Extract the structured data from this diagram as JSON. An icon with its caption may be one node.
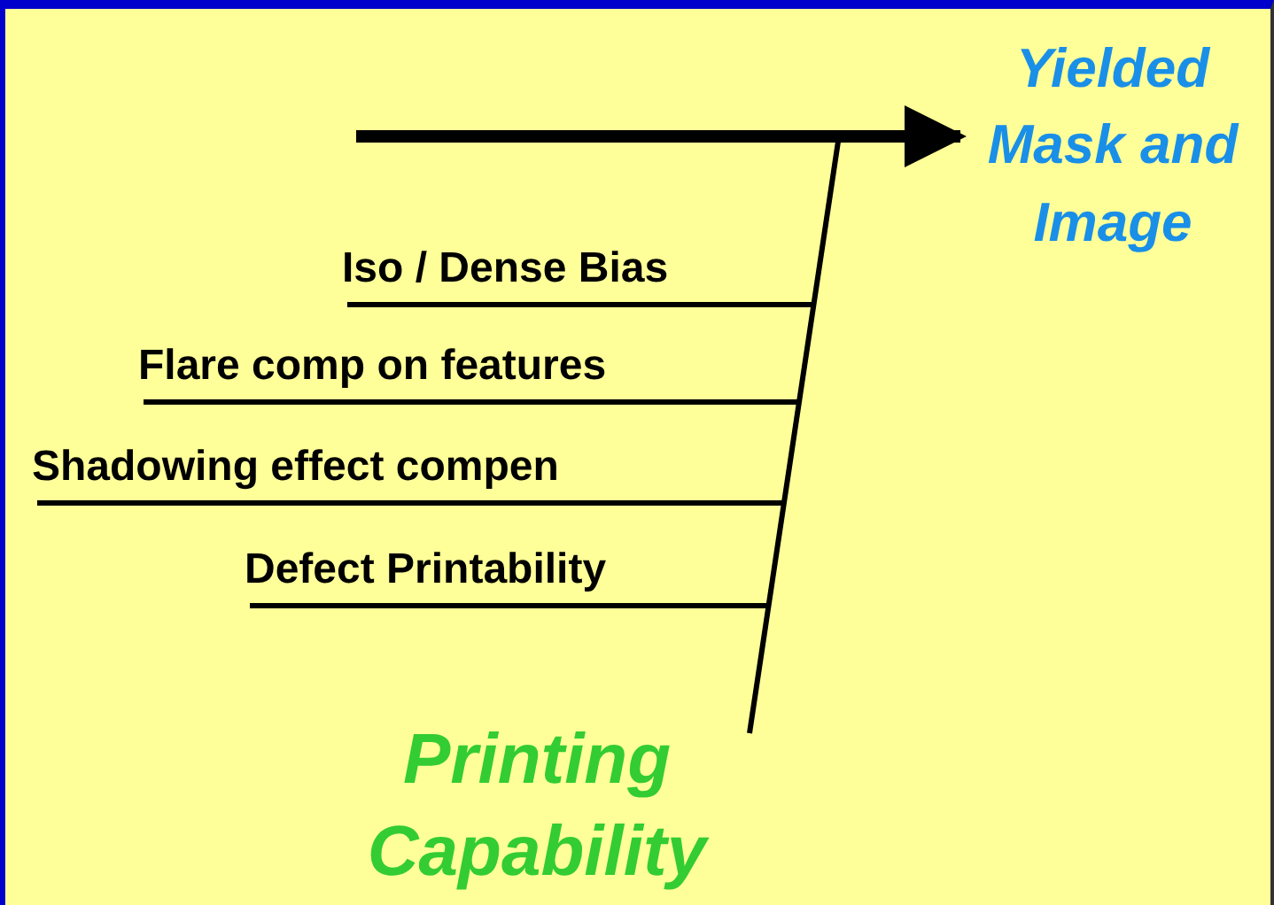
{
  "diagram": {
    "nodes": [
      {
        "text": [
          "Yielded Mask and Image"
        ]
      },
      {
        "text": [
          "Printing Capability"
        ]
      },
      {
        "text": [
          "Iso / Dense Bias"
        ]
      },
      {
        "text": [
          "Flare comp on features"
        ]
      },
      {
        "text": [
          "Shadowing effect compen"
        ]
      },
      {
        "text": [
          "Defect Printability"
        ]
      }
    ],
    "edges": [
      {
        "from": null,
        "to": 0,
        "arrow": "to",
        "style": "thick"
      },
      {
        "from": 1,
        "to": null,
        "arrow": "none"
      },
      {
        "from": 2,
        "to": null,
        "arrow": "none"
      },
      {
        "from": 3,
        "to": null,
        "arrow": "none"
      },
      {
        "from": 4,
        "to": null,
        "arrow": "none"
      },
      {
        "from": 5,
        "to": null,
        "arrow": "none"
      }
    ]
  }
}
